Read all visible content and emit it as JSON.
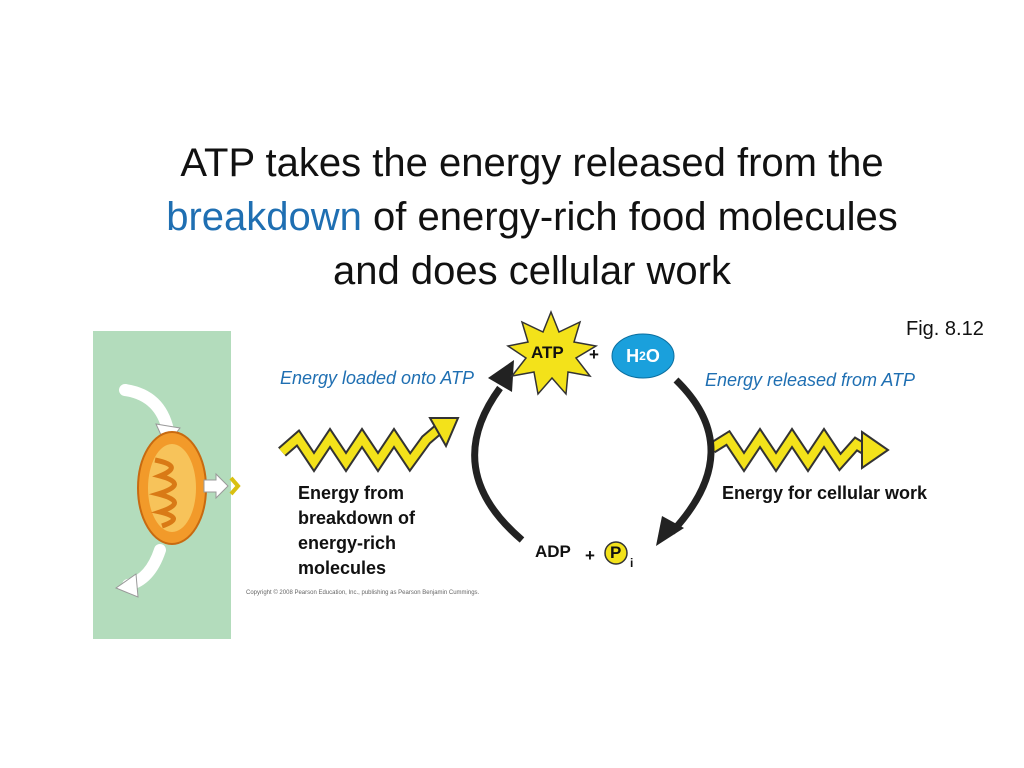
{
  "title": {
    "line1": "ATP takes the energy released from the",
    "line2_accent": "breakdown",
    "line2_rest": " of energy-rich food molecules",
    "line3": "and does cellular work"
  },
  "figure_label": "Fig. 8.12",
  "labels": {
    "energy_loaded": "Energy loaded onto ATP",
    "energy_released": "Energy released from ATP",
    "energy_from": "Energy from breakdown of energy-rich molecules",
    "energy_for": "Energy for cellular work"
  },
  "molecules": {
    "atp": "ATP",
    "plus": "+",
    "h": "H",
    "two": "2",
    "o": "O",
    "adp": "ADP",
    "p": "P",
    "i": "i"
  },
  "copyright": "Copyright © 2008 Pearson Education, Inc., publishing as Pearson Benjamin Cummings.",
  "colors": {
    "accent_blue": "#1f6fb2",
    "panel_green": "#b3dcbc",
    "zigzag_yellow": "#f3e21a",
    "h2o_blue": "#1aa0dc",
    "mitochondrion_orange": "#f29a2a"
  }
}
